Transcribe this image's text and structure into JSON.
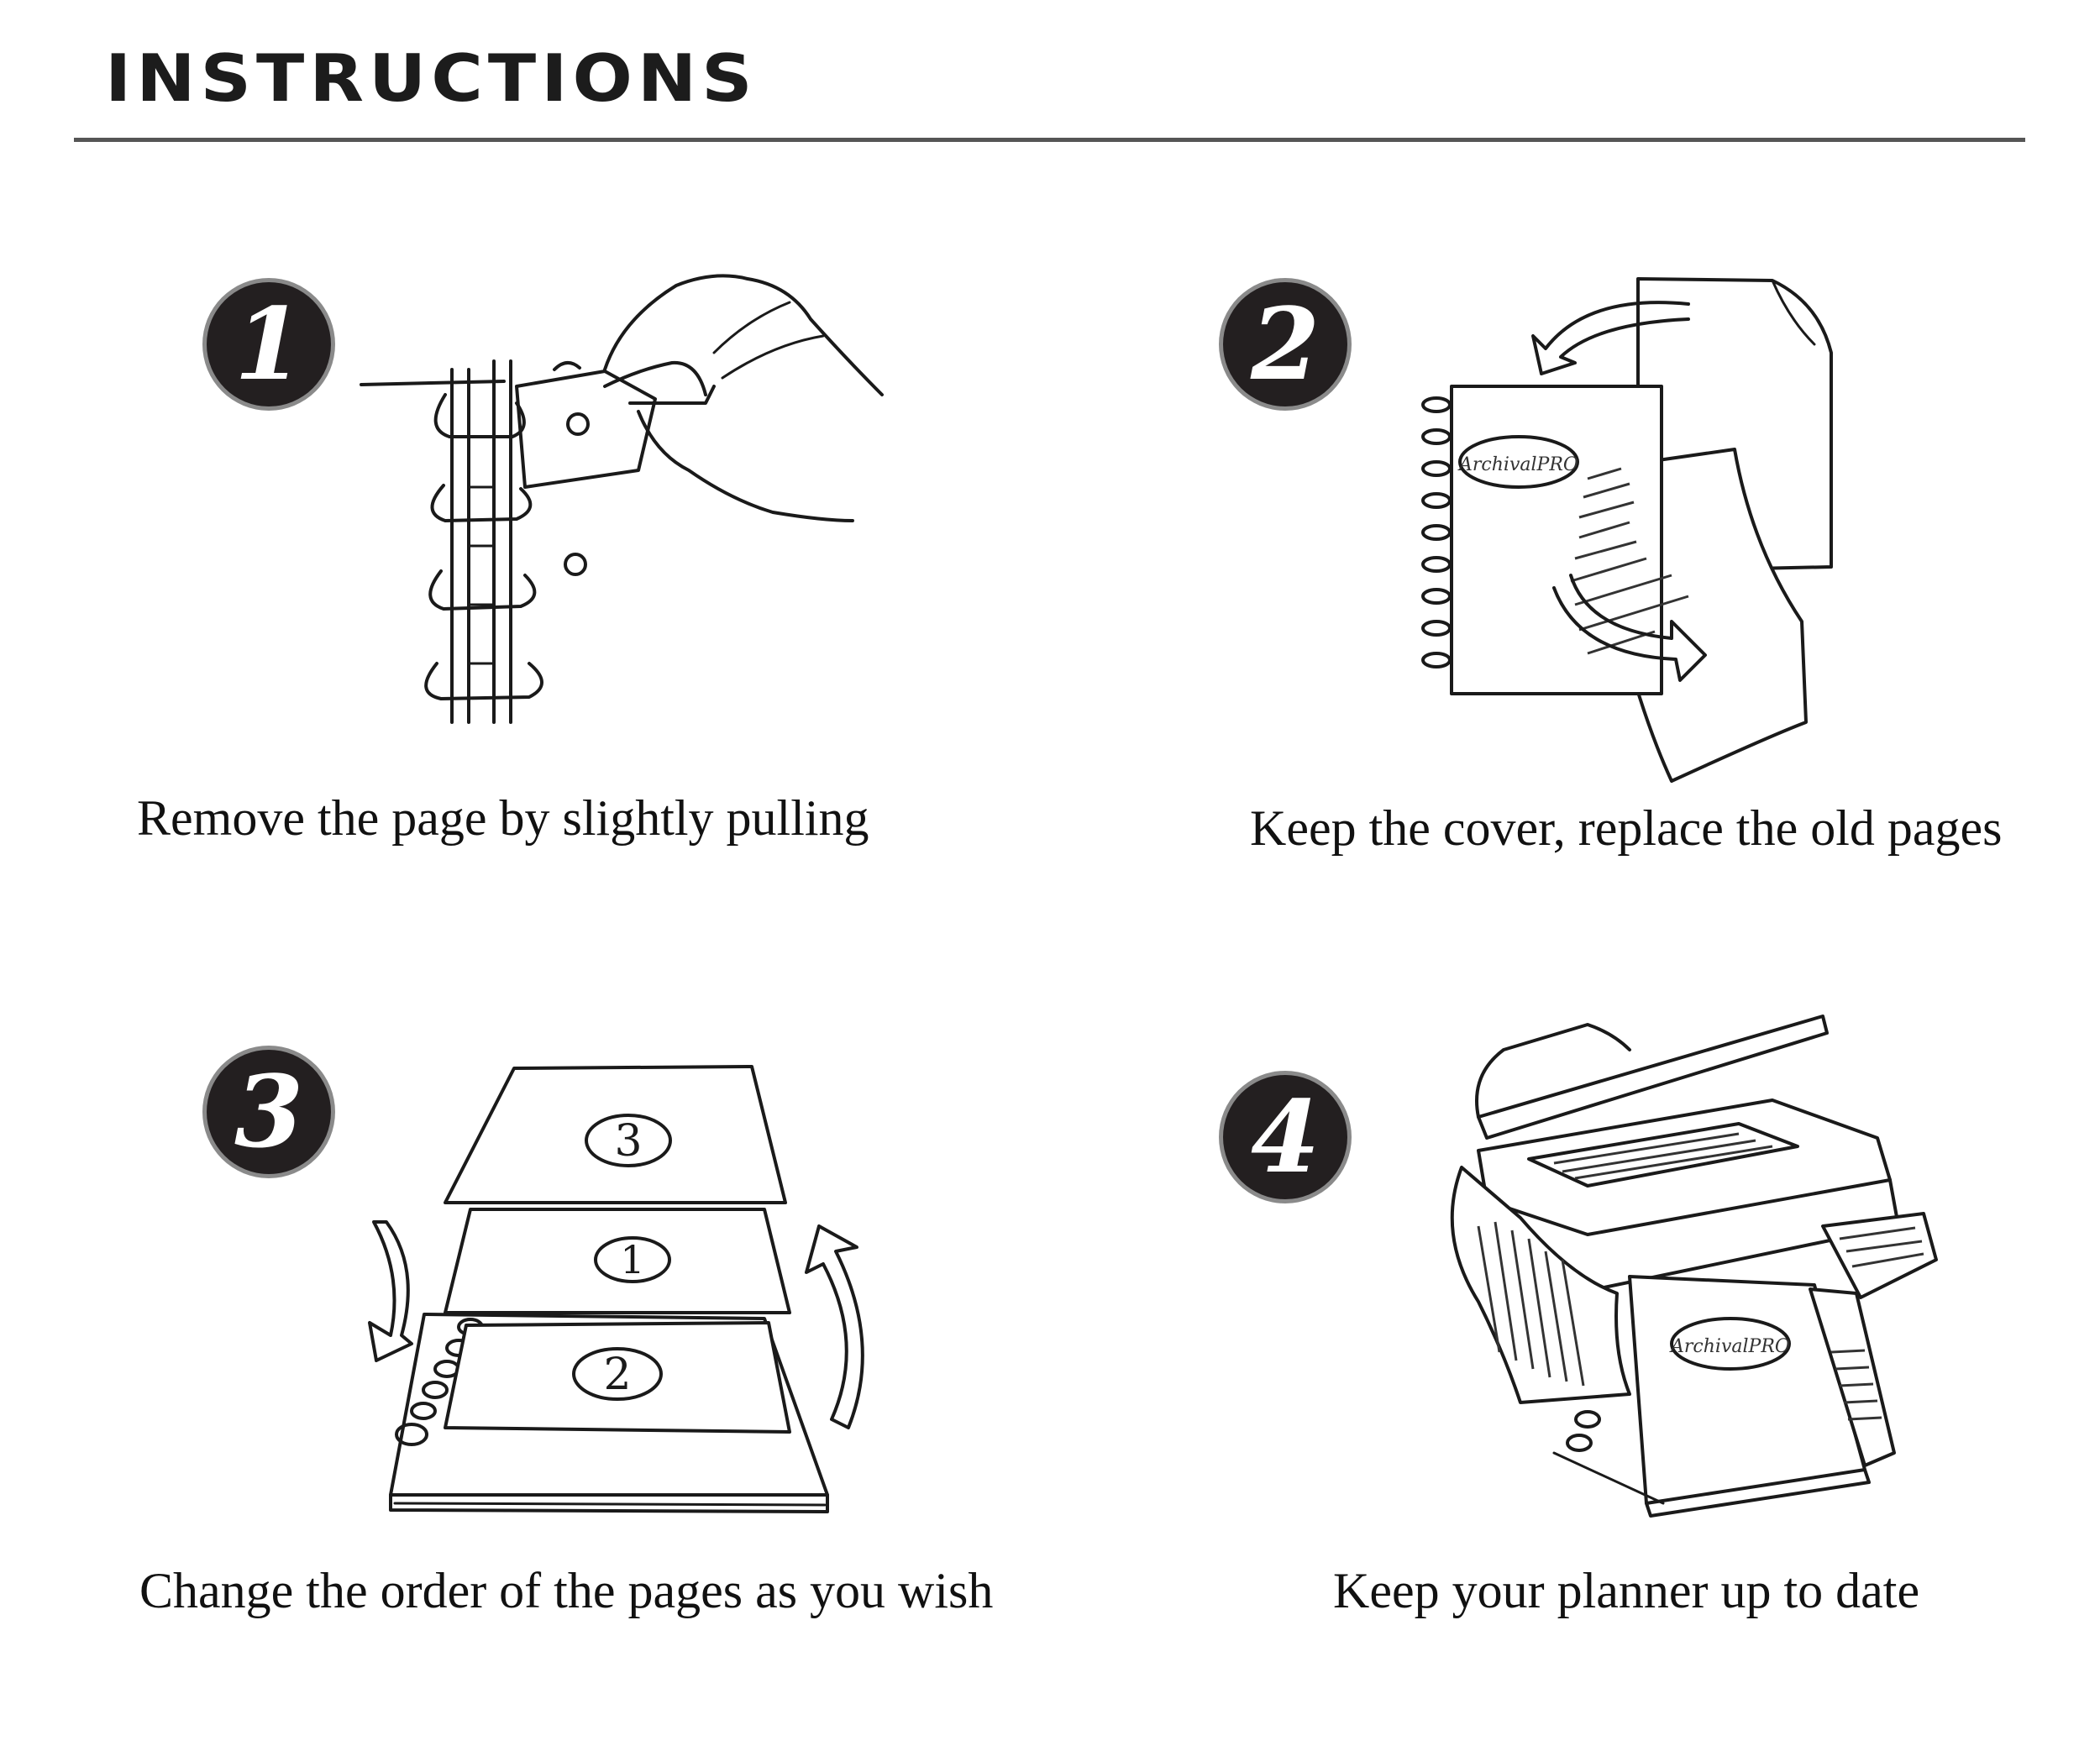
{
  "header": {
    "title": "INSTRUCTIONS"
  },
  "steps": [
    {
      "number": "1",
      "caption": "Remove the page by slightly pulling"
    },
    {
      "number": "2",
      "caption": "Keep the cover, replace the old pages"
    },
    {
      "number": "3",
      "caption": "Change the order of the pages as you wish",
      "page_labels": [
        "3",
        "1",
        "2"
      ]
    },
    {
      "number": "4",
      "caption": "Keep your planner up to date"
    }
  ],
  "brand_mark": "ArchivalPRO",
  "colors": {
    "text": "#111111",
    "badge": "#231f20",
    "rule": "#555555",
    "background": "#ffffff"
  }
}
